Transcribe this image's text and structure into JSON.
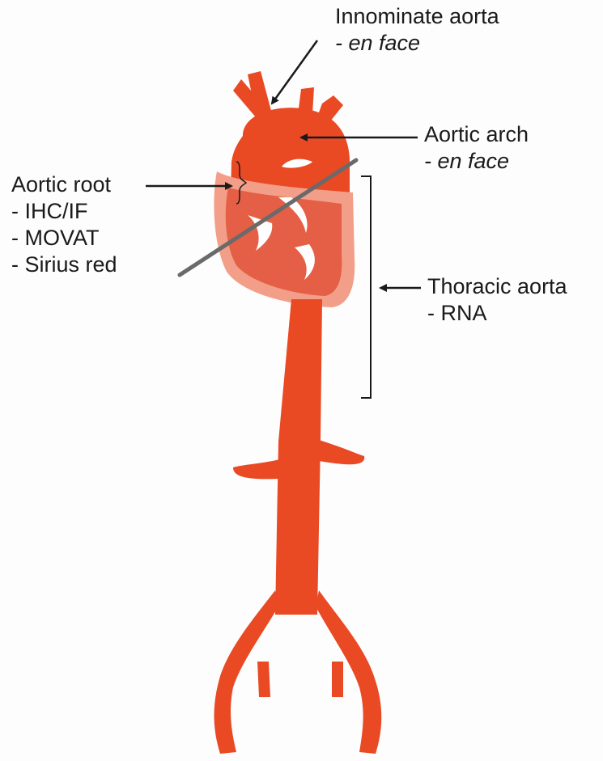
{
  "colors": {
    "artery": "#e94a24",
    "heart_wall_light": "#f29e88",
    "heart_chamber": "#e45f45",
    "valve": "#ffffff",
    "section_line": "#6a6a6a",
    "text": "#1a1a1a",
    "arrow": "#1a1a1a"
  },
  "labels": {
    "innominate_aorta": {
      "title": "Innominate aorta",
      "lines": [
        "- en face"
      ]
    },
    "aortic_arch": {
      "title": "Aortic arch",
      "lines": [
        "- en face"
      ]
    },
    "aortic_root": {
      "title": "Aortic root",
      "lines": [
        "- IHC/IF",
        "- MOVAT",
        "- Sirius red"
      ]
    },
    "thoracic_aorta": {
      "title": "Thoracic aorta",
      "lines": [
        "- RNA"
      ]
    }
  }
}
